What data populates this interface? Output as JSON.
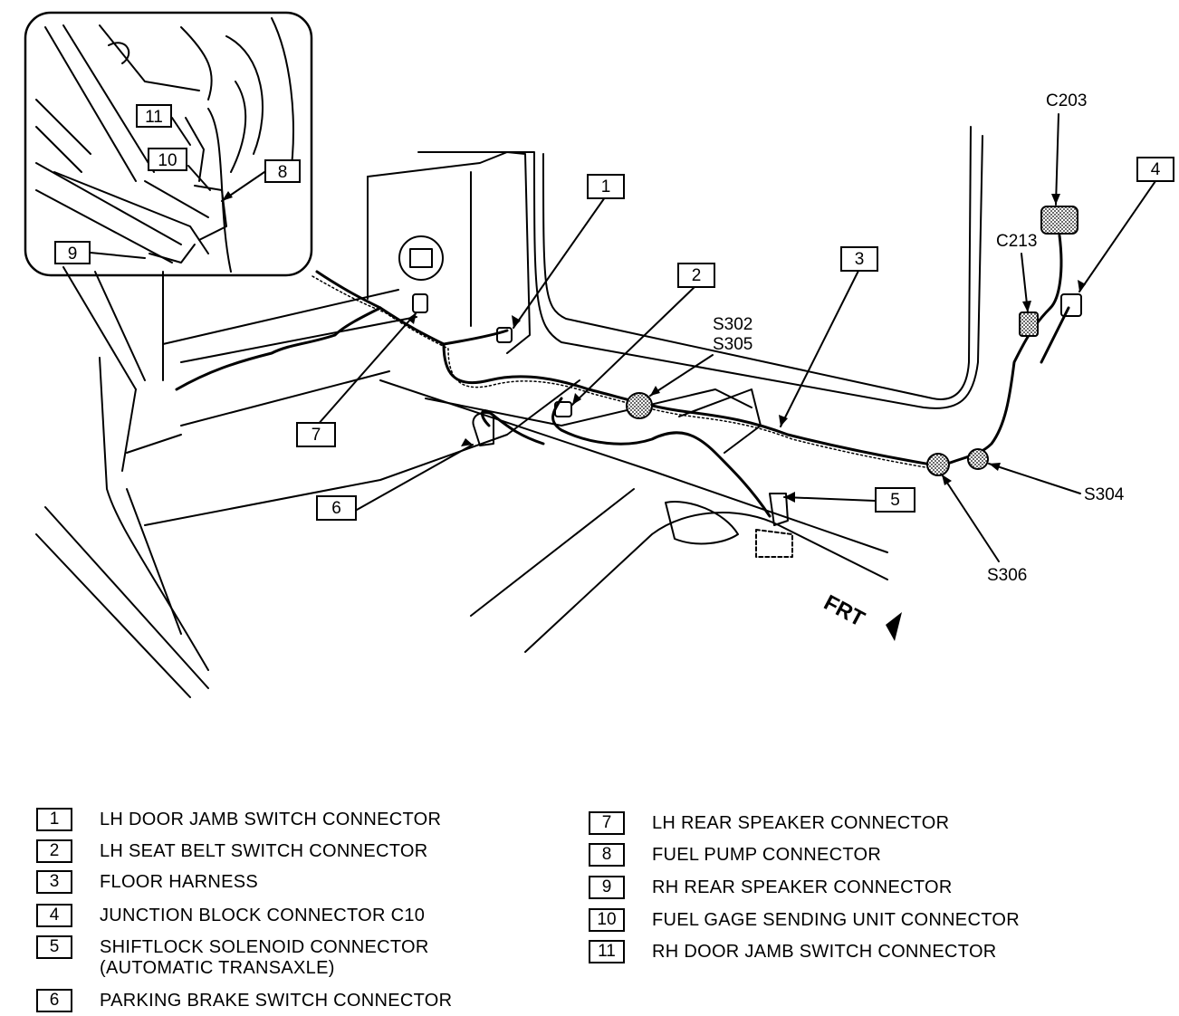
{
  "callouts": [
    {
      "num": "1"
    },
    {
      "num": "2"
    },
    {
      "num": "3"
    },
    {
      "num": "4"
    },
    {
      "num": "5"
    },
    {
      "num": "6"
    },
    {
      "num": "7"
    },
    {
      "num": "8"
    },
    {
      "num": "9"
    },
    {
      "num": "10"
    },
    {
      "num": "11"
    }
  ],
  "labels": {
    "c203": "C203",
    "c213": "C213",
    "s302": "S302",
    "s305": "S305",
    "s304": "S304",
    "s306": "S306",
    "frt": "FRT"
  },
  "legend": [
    {
      "num": "1",
      "text": "LH DOOR JAMB SWITCH CONNECTOR"
    },
    {
      "num": "2",
      "text": "LH SEAT BELT SWITCH CONNECTOR"
    },
    {
      "num": "3",
      "text": "FLOOR HARNESS"
    },
    {
      "num": "4",
      "text": "JUNCTION BLOCK CONNECTOR C10"
    },
    {
      "num": "5",
      "text": "SHIFTLOCK SOLENOID CONNECTOR",
      "text2": "(AUTOMATIC TRANSAXLE)"
    },
    {
      "num": "6",
      "text": "PARKING BRAKE SWITCH CONNECTOR"
    },
    {
      "num": "7",
      "text": "LH REAR SPEAKER CONNECTOR"
    },
    {
      "num": "8",
      "text": "FUEL PUMP CONNECTOR"
    },
    {
      "num": "9",
      "text": "RH REAR SPEAKER CONNECTOR"
    },
    {
      "num": "10",
      "text": "FUEL GAGE SENDING UNIT CONNECTOR"
    },
    {
      "num": "11",
      "text": "RH DOOR JAMB SWITCH CONNECTOR"
    }
  ]
}
